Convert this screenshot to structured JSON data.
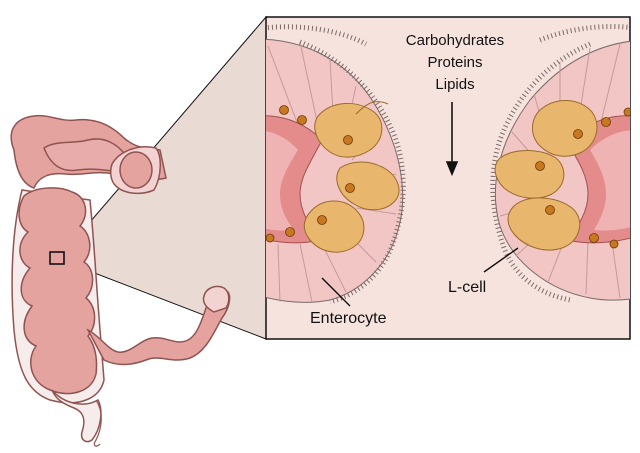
{
  "labels": {
    "nutrients": [
      "Carbohydrates",
      "Proteins",
      "Lipids"
    ],
    "enterocyte": "Enterocyte",
    "l_cell": "L-cell"
  },
  "colors": {
    "intestine_fill": "#e5a3a0",
    "intestine_outline": "#8f5451",
    "tissue_pink": "#f2c6c4",
    "l_cell_fill": "#e9b66e",
    "granule": "#c8781e",
    "zoom_panel_bg": "#f7e3de",
    "projection_fill": "#e9dbd4",
    "lumen": "#e48c8c"
  },
  "icons": [
    "down-arrow-icon",
    "zoom-box-icon"
  ]
}
